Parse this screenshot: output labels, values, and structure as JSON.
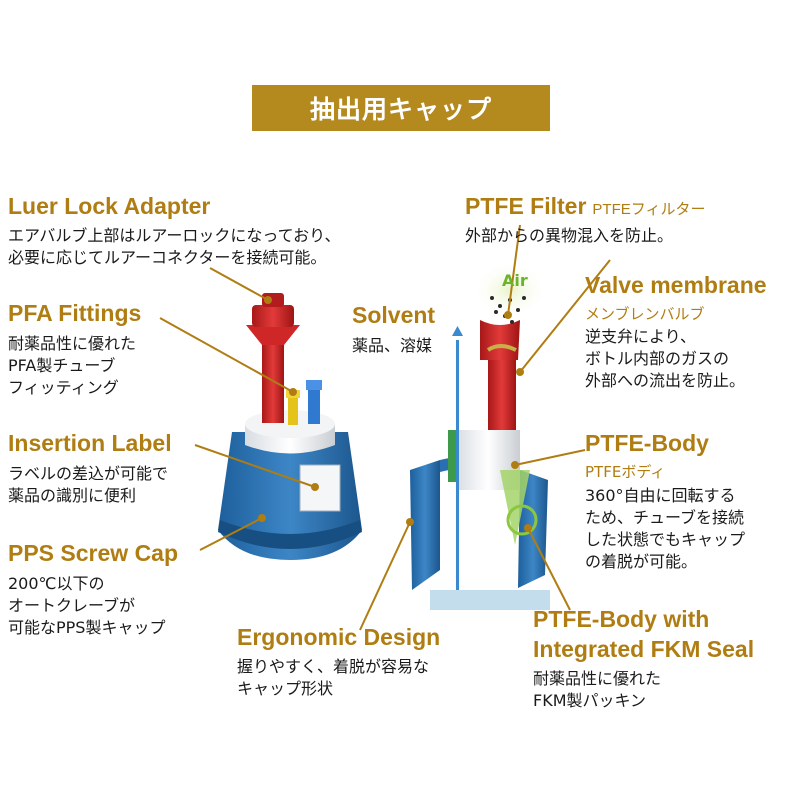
{
  "banner": "抽出用キャップ",
  "luer": {
    "title": "Luer Lock Adapter",
    "lines": [
      "エアバルブ上部はルアーロックになっており、",
      "必要に応じてルアーコネクターを接続可能。"
    ]
  },
  "pfa": {
    "title": "PFA Fittings",
    "lines": [
      "耐薬品性に優れた",
      "PFA製チューブ",
      "フィッティング"
    ]
  },
  "insertion": {
    "title": "Insertion Label",
    "lines": [
      "ラベルの差込が可能で",
      "薬品の識別に便利"
    ]
  },
  "pps": {
    "title": "PPS Screw Cap",
    "lines": [
      "200℃以下の",
      "オートクレーブが",
      "可能なPPS製キャップ"
    ]
  },
  "ergonomic": {
    "title": "Ergonomic Design",
    "lines": [
      "握りやすく、着脱が容易な",
      "キャップ形状"
    ]
  },
  "solvent": {
    "title": "Solvent",
    "lines": [
      "薬品、溶媒"
    ]
  },
  "filter": {
    "title": "PTFE Filter",
    "subtitle": "PTFEフィルター",
    "lines": [
      "外部からの異物混入を防止。"
    ]
  },
  "valve": {
    "title": "Valve membrane",
    "subtitle": "メンブレンバルブ",
    "lines": [
      "逆支弁により、",
      "ボトル内部のガスの",
      "外部への流出を防止。"
    ]
  },
  "body": {
    "title": "PTFE-Body",
    "subtitle": "PTFEボディ",
    "lines": [
      "360°自由に回転する",
      "ため、チューブを接続",
      "した状態でもキャップ",
      "の着脱が可能。"
    ]
  },
  "seal": {
    "title1": "PTFE-Body with",
    "title2": "Integrated FKM Seal",
    "lines": [
      "耐薬品性に優れた",
      "FKM製パッキン"
    ]
  },
  "air_label": "Air",
  "colors": {
    "gold": "#b07d12",
    "banner": "#b48a1f",
    "blue": "#2a6fb0",
    "red": "#d42a2a"
  }
}
